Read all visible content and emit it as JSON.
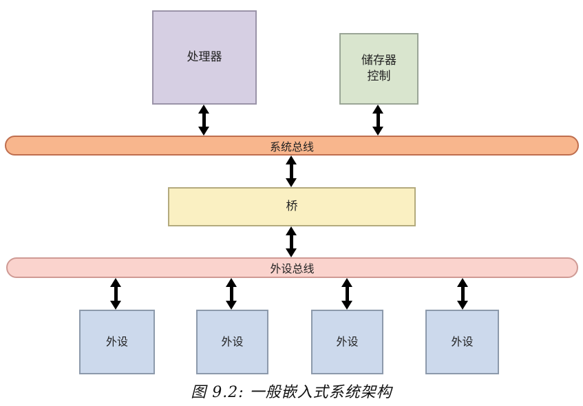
{
  "figure": {
    "caption": "图 9.2:  一般嵌入式系统架构",
    "nodes": {
      "processor": {
        "label": "处理器",
        "fill": "#d6cfe3",
        "border": "#9a93a8"
      },
      "memory_control": {
        "label_line1": "储存器",
        "label_line2": "控制",
        "fill": "#d9e5ce",
        "border": "#9aa596"
      },
      "bridge": {
        "label": "桥",
        "fill": "#faf0c2",
        "border": "#b3aa7d"
      },
      "system_bus": {
        "label": "系统总线",
        "fill": "#f8b68d",
        "border": "#bf6e4e"
      },
      "peripheral_bus": {
        "label": "外设总线",
        "fill": "#fad3cd",
        "border": "#cf9a94"
      }
    },
    "peripherals": [
      {
        "label": "外设"
      },
      {
        "label": "外设"
      },
      {
        "label": "外设"
      },
      {
        "label": "外设"
      }
    ],
    "peripheral_style": {
      "fill": "#ccd9ec",
      "border": "#8c99ab"
    },
    "arrow_color": "#000000",
    "connections": [
      "processor-system_bus",
      "memory_control-system_bus",
      "system_bus-bridge",
      "bridge-peripheral_bus",
      "peripheral_bus-peripheral_1",
      "peripheral_bus-peripheral_2",
      "peripheral_bus-peripheral_3",
      "peripheral_bus-peripheral_4"
    ]
  }
}
